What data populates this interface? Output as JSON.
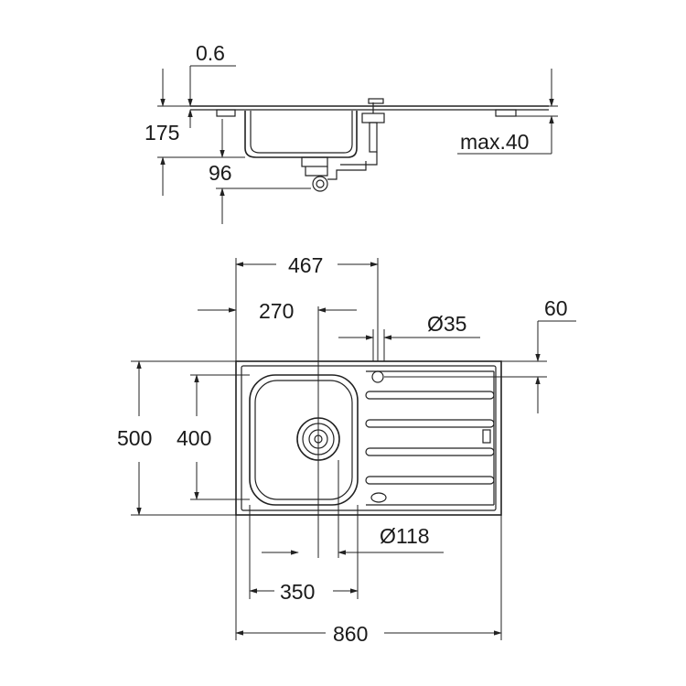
{
  "side_view": {
    "dimensions": {
      "thickness": "0.6",
      "height": "175",
      "drain_depth": "96",
      "counter_thickness": "max.40"
    }
  },
  "top_view": {
    "dimensions": {
      "tap_hole_offset": "467",
      "drain_offset": "270",
      "tap_hole_diameter": "Ø35",
      "tap_hole_from_back": "60",
      "total_depth": "500",
      "bowl_depth": "400",
      "drain_diameter": "Ø118",
      "bowl_width": "350",
      "total_width": "860"
    }
  }
}
